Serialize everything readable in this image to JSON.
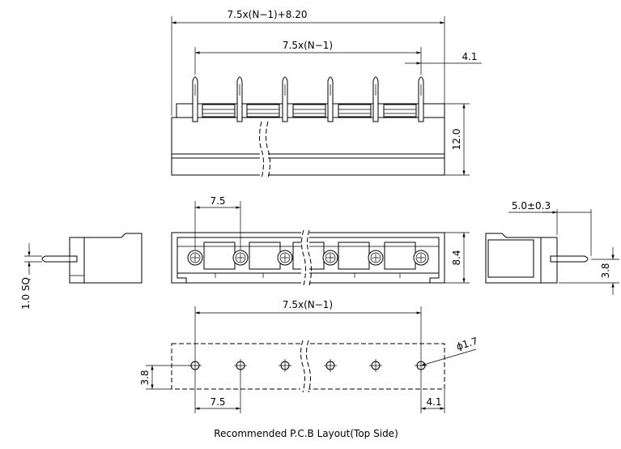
{
  "dimensions": {
    "top_overall": "7.5x(N−1)+8.20",
    "top_pitch_span": "7.5x(N−1)",
    "top_offset": "4.1",
    "height": "12.0",
    "pitch": "7.5",
    "depth": "8.4",
    "side_right_width": "5.0±0.3",
    "side_right_height": "3.8",
    "pin_square": "1.0 SQ",
    "pcb_span": "7.5x(N−1)",
    "pcb_hole": "ϕ1.7",
    "pcb_row": "3.8",
    "pcb_pitch": "7.5",
    "pcb_offset": "4.1"
  },
  "caption": "Recommended P.C.B Layout(Top Side)"
}
